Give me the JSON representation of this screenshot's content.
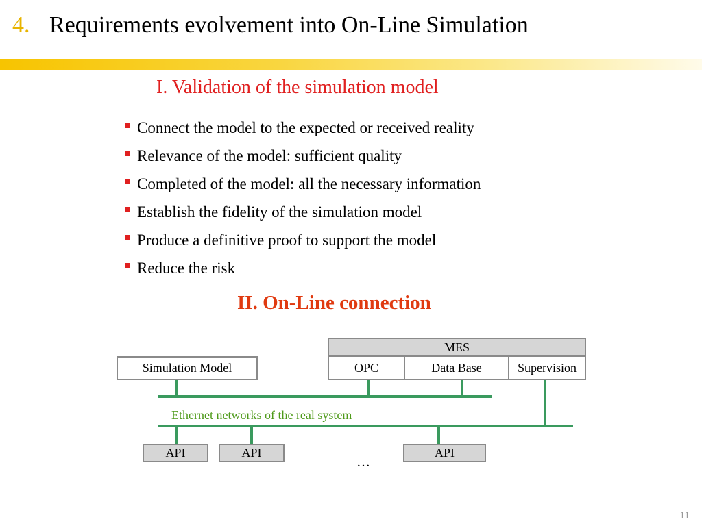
{
  "header": {
    "number": "4.",
    "title": "Requirements evolvement into On-Line Simulation"
  },
  "section1": {
    "heading": "I. Validation of the simulation model",
    "bullets": [
      "Connect the model to the expected or received reality",
      "Relevance of the model: sufficient quality",
      "Completed of the model: all the necessary information",
      "Establish the fidelity of the simulation model",
      "Produce a definitive proof to support the model",
      "Reduce the risk"
    ]
  },
  "section2": {
    "heading": "II. On-Line connection"
  },
  "diagram": {
    "simulation_model": "Simulation Model",
    "mes": "MES",
    "opc": "OPC",
    "database": "Data Base",
    "supervision": "Supervision",
    "network_label": "Ethernet networks of the real system",
    "api_1": "API",
    "api_2": "API",
    "api_3": "API",
    "ellipsis": "…"
  },
  "footer": {
    "page_number": "11"
  },
  "colors": {
    "accent_red": "#e02020",
    "title_number": "#e8b400",
    "network_green": "#3a9a5e"
  }
}
